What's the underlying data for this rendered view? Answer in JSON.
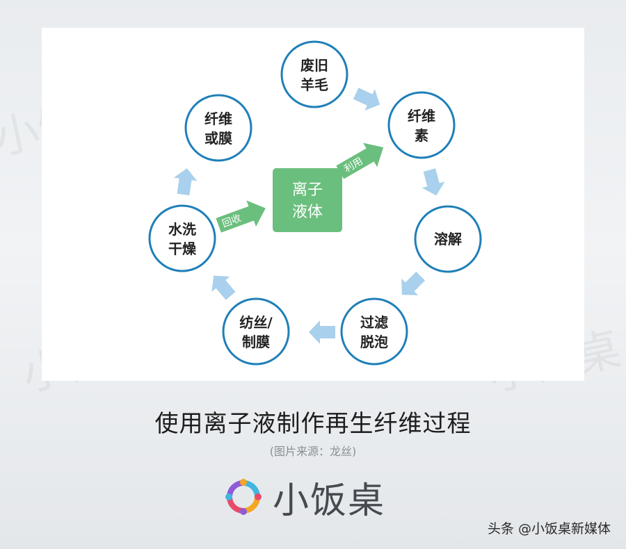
{
  "watermark_text": "小饭桌",
  "diagram": {
    "nodes": [
      {
        "id": "waste-wool",
        "lines": [
          "废旧",
          "羊毛"
        ]
      },
      {
        "id": "cellulose",
        "lines": [
          "纤维",
          "素"
        ]
      },
      {
        "id": "dissolve",
        "lines": [
          "溶解"
        ]
      },
      {
        "id": "filter",
        "lines": [
          "过滤",
          "脱泡"
        ]
      },
      {
        "id": "spin",
        "lines": [
          "纺丝/",
          "制膜"
        ]
      },
      {
        "id": "wash",
        "lines": [
          "水洗",
          "干燥"
        ]
      },
      {
        "id": "fiber-film",
        "lines": [
          "纤维",
          "或膜"
        ]
      }
    ],
    "center": {
      "lines": [
        "离子",
        "液体"
      ]
    },
    "recycle_label": "回收",
    "use_label": "利用",
    "colors": {
      "node_border": "#1f7fb8",
      "flow_arrow": "#a9d0ec",
      "center_fill": "#6bbf7e",
      "green_arrow": "#6bbf7e"
    }
  },
  "caption": "使用离子液制作再生纤维过程",
  "source": "(图片来源：龙丝)",
  "brand": {
    "name": "小饭桌"
  },
  "credit": "头条 @小饭桌新媒体"
}
